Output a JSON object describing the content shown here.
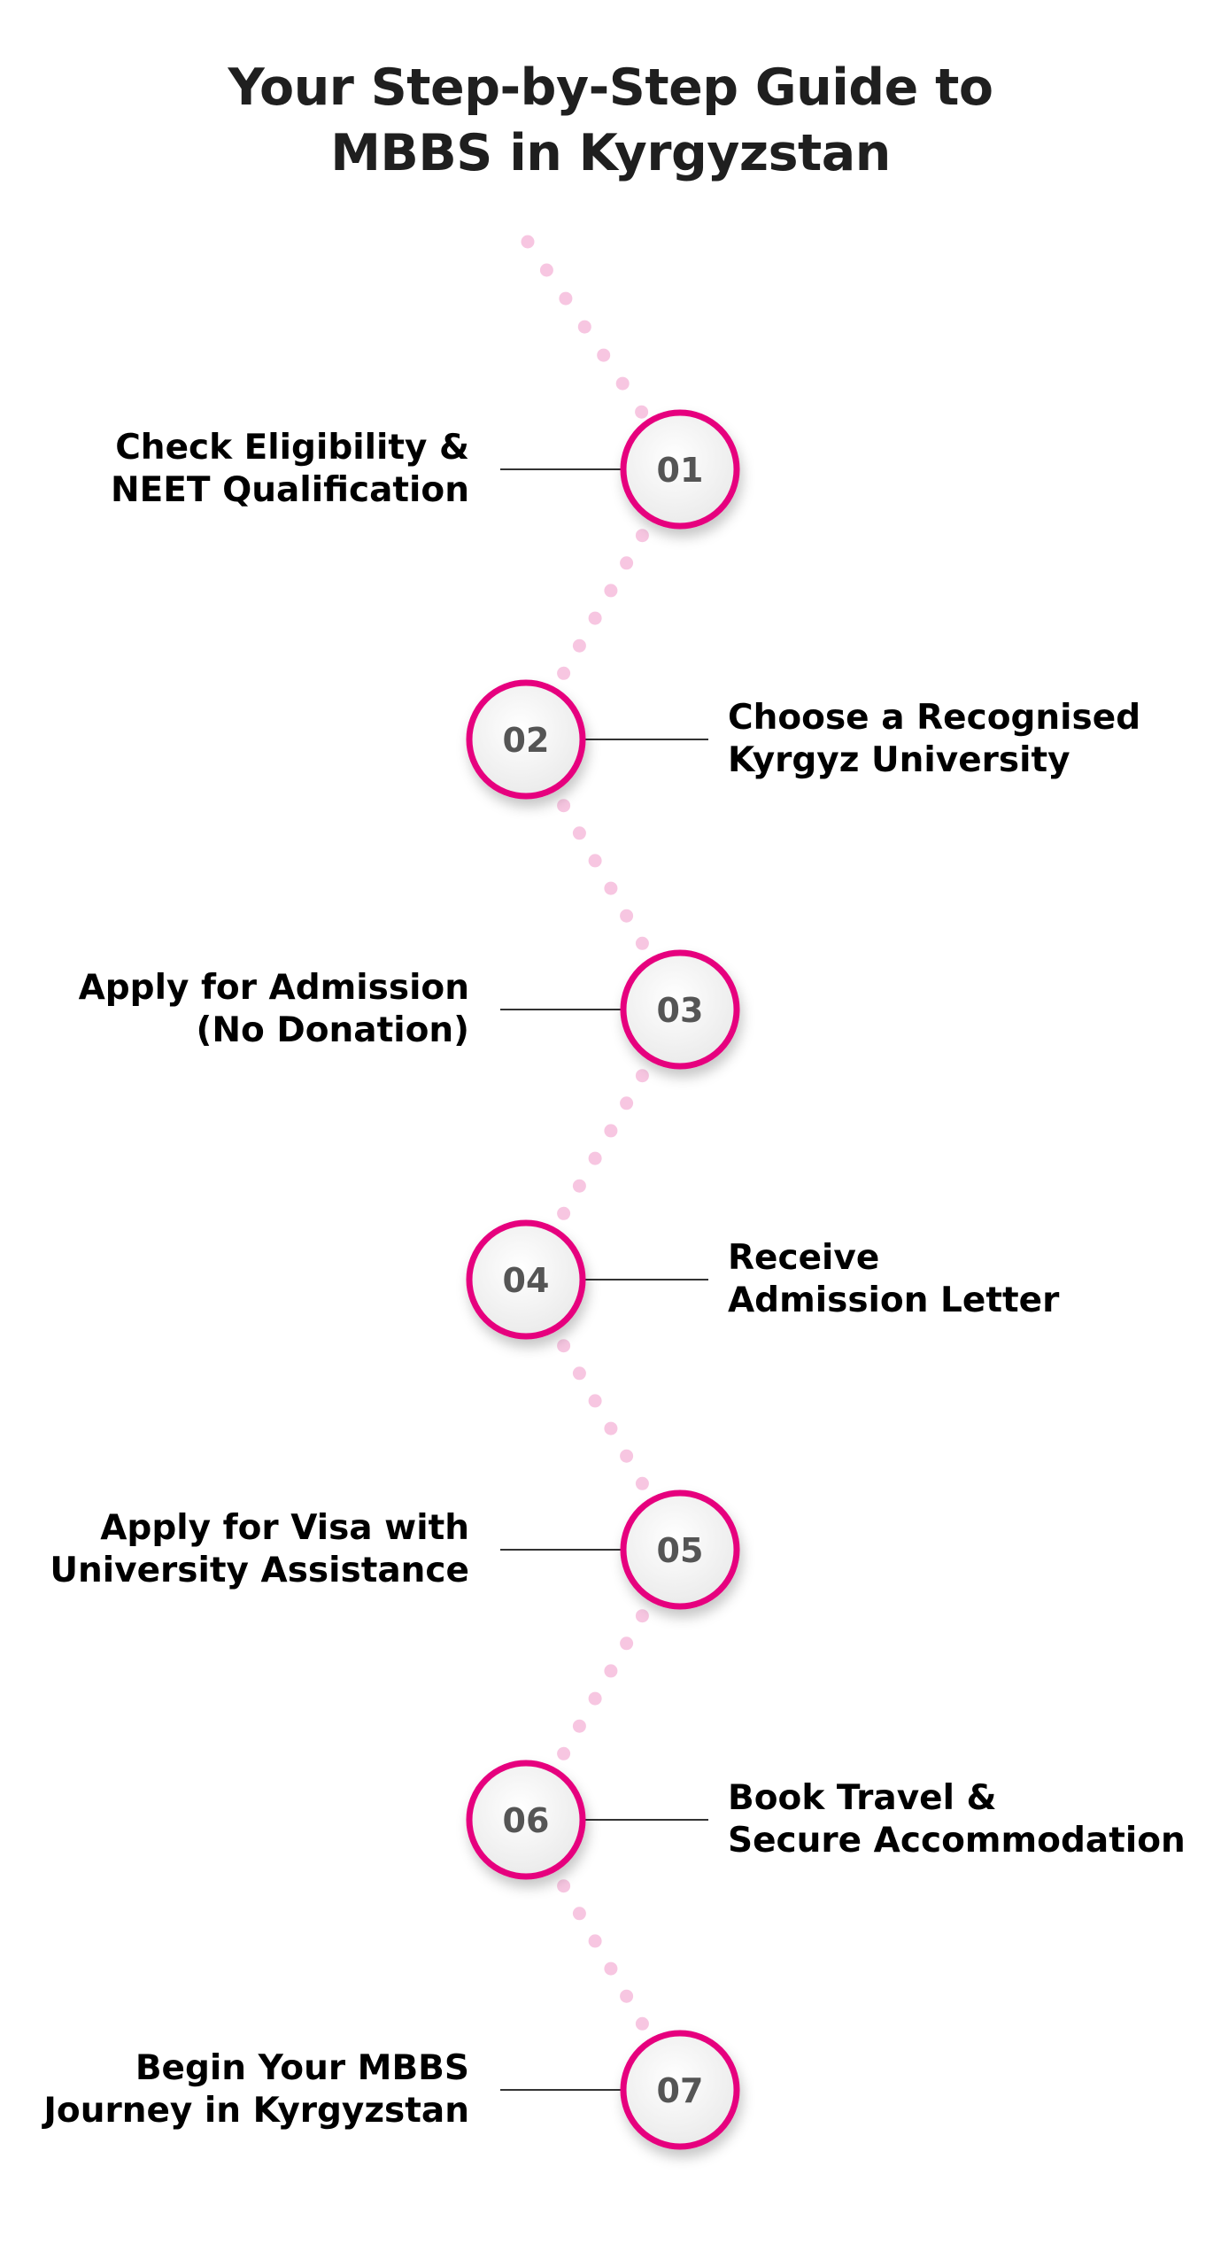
{
  "title": {
    "line1": "Your Step-by-Step Guide to",
    "line2": "MBBS in Kyrgyzstan"
  },
  "colors": {
    "accent": "#e6007e",
    "dots": "#f7c6e1",
    "connector": "#333333",
    "circle_fill": "#f2f2f2",
    "number_text": "#555555"
  },
  "steps": [
    {
      "number": "01",
      "side": "left",
      "label_lines": [
        "Check Eligibility &",
        "NEET Qualification"
      ]
    },
    {
      "number": "02",
      "side": "right",
      "label_lines": [
        "Choose a Recognised",
        "Kyrgyz University"
      ]
    },
    {
      "number": "03",
      "side": "left",
      "label_lines": [
        "Apply for Admission",
        "(No Donation)"
      ]
    },
    {
      "number": "04",
      "side": "right",
      "label_lines": [
        "Receive",
        "Admission Letter"
      ]
    },
    {
      "number": "05",
      "side": "left",
      "label_lines": [
        "Apply for Visa with",
        "University Assistance"
      ]
    },
    {
      "number": "06",
      "side": "right",
      "label_lines": [
        "Book Travel &",
        "Secure Accommodation"
      ]
    },
    {
      "number": "07",
      "side": "left",
      "label_lines": [
        "Begin Your MBBS",
        "Journey in Kyrgyzstan"
      ]
    }
  ]
}
